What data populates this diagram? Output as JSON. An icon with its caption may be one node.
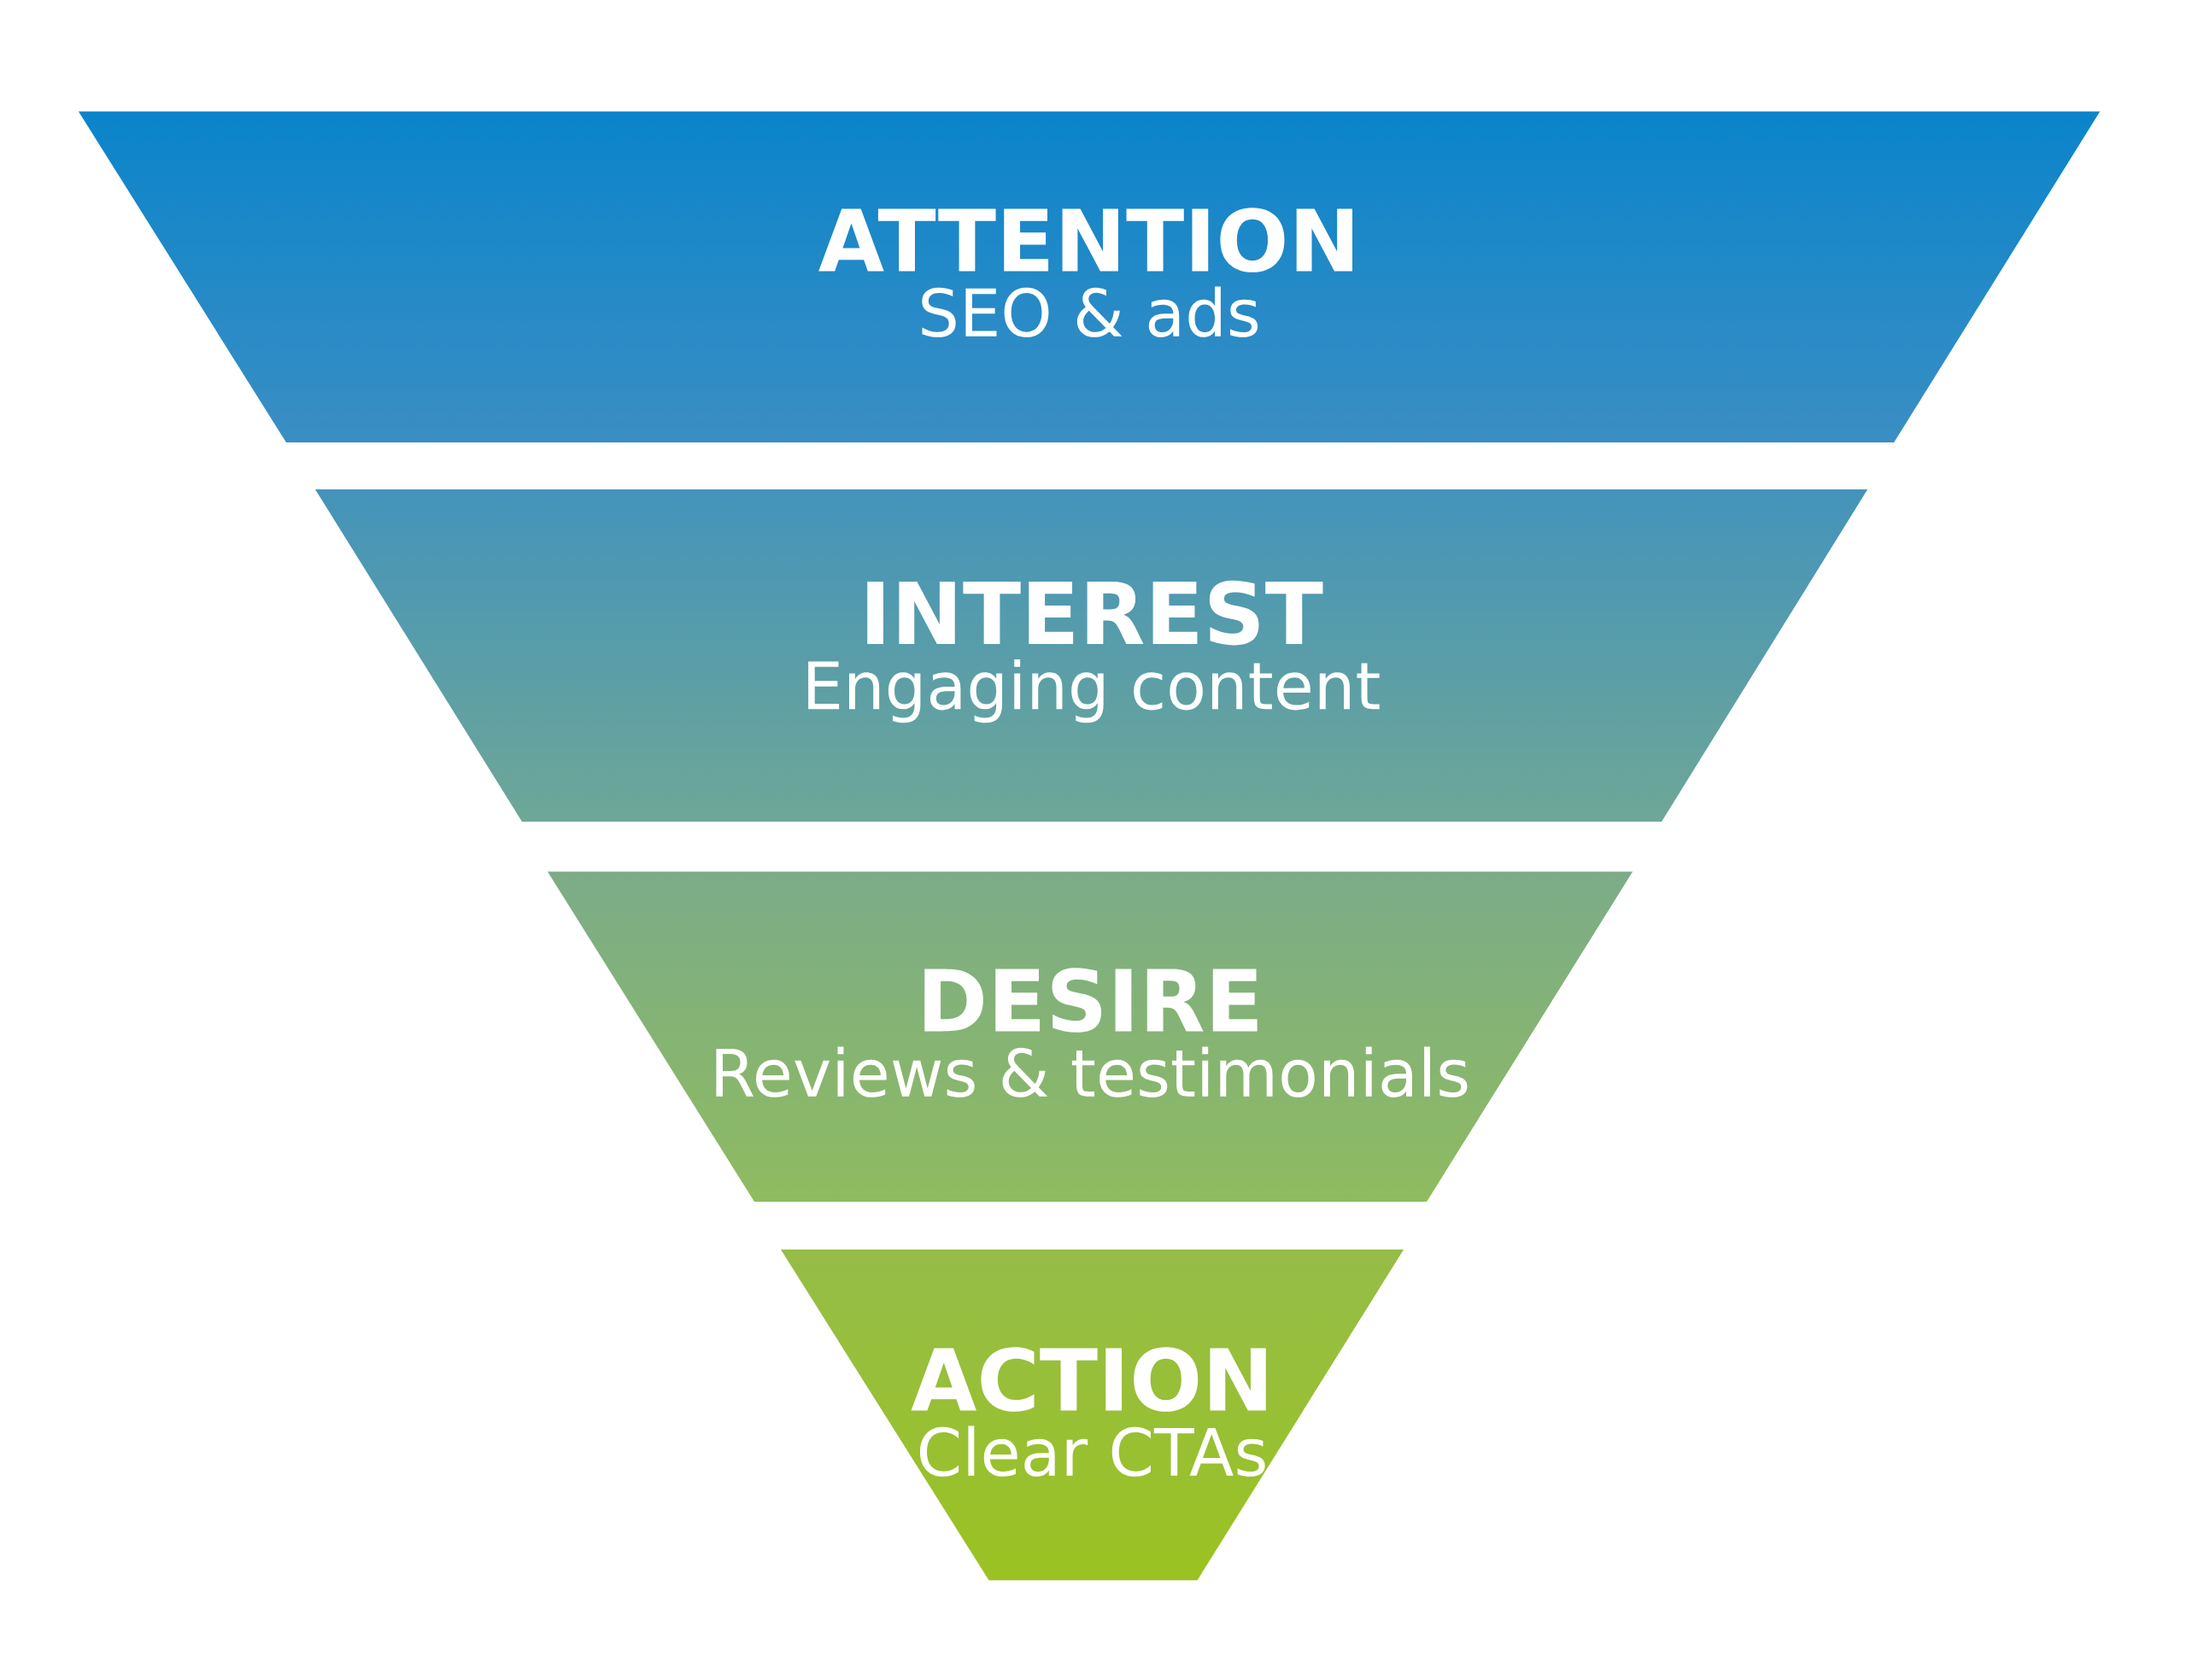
{
  "diagram": {
    "nodes": [
      {
        "text": [
          "ATTENTION",
          "SEO & ads"
        ]
      },
      {
        "text": [
          "INTEREST",
          "Engaging content"
        ]
      },
      {
        "text": [
          "DESIRE",
          "Reviews & testimonials"
        ]
      },
      {
        "text": [
          "ACTION",
          "Clear CTAs"
        ]
      }
    ]
  }
}
